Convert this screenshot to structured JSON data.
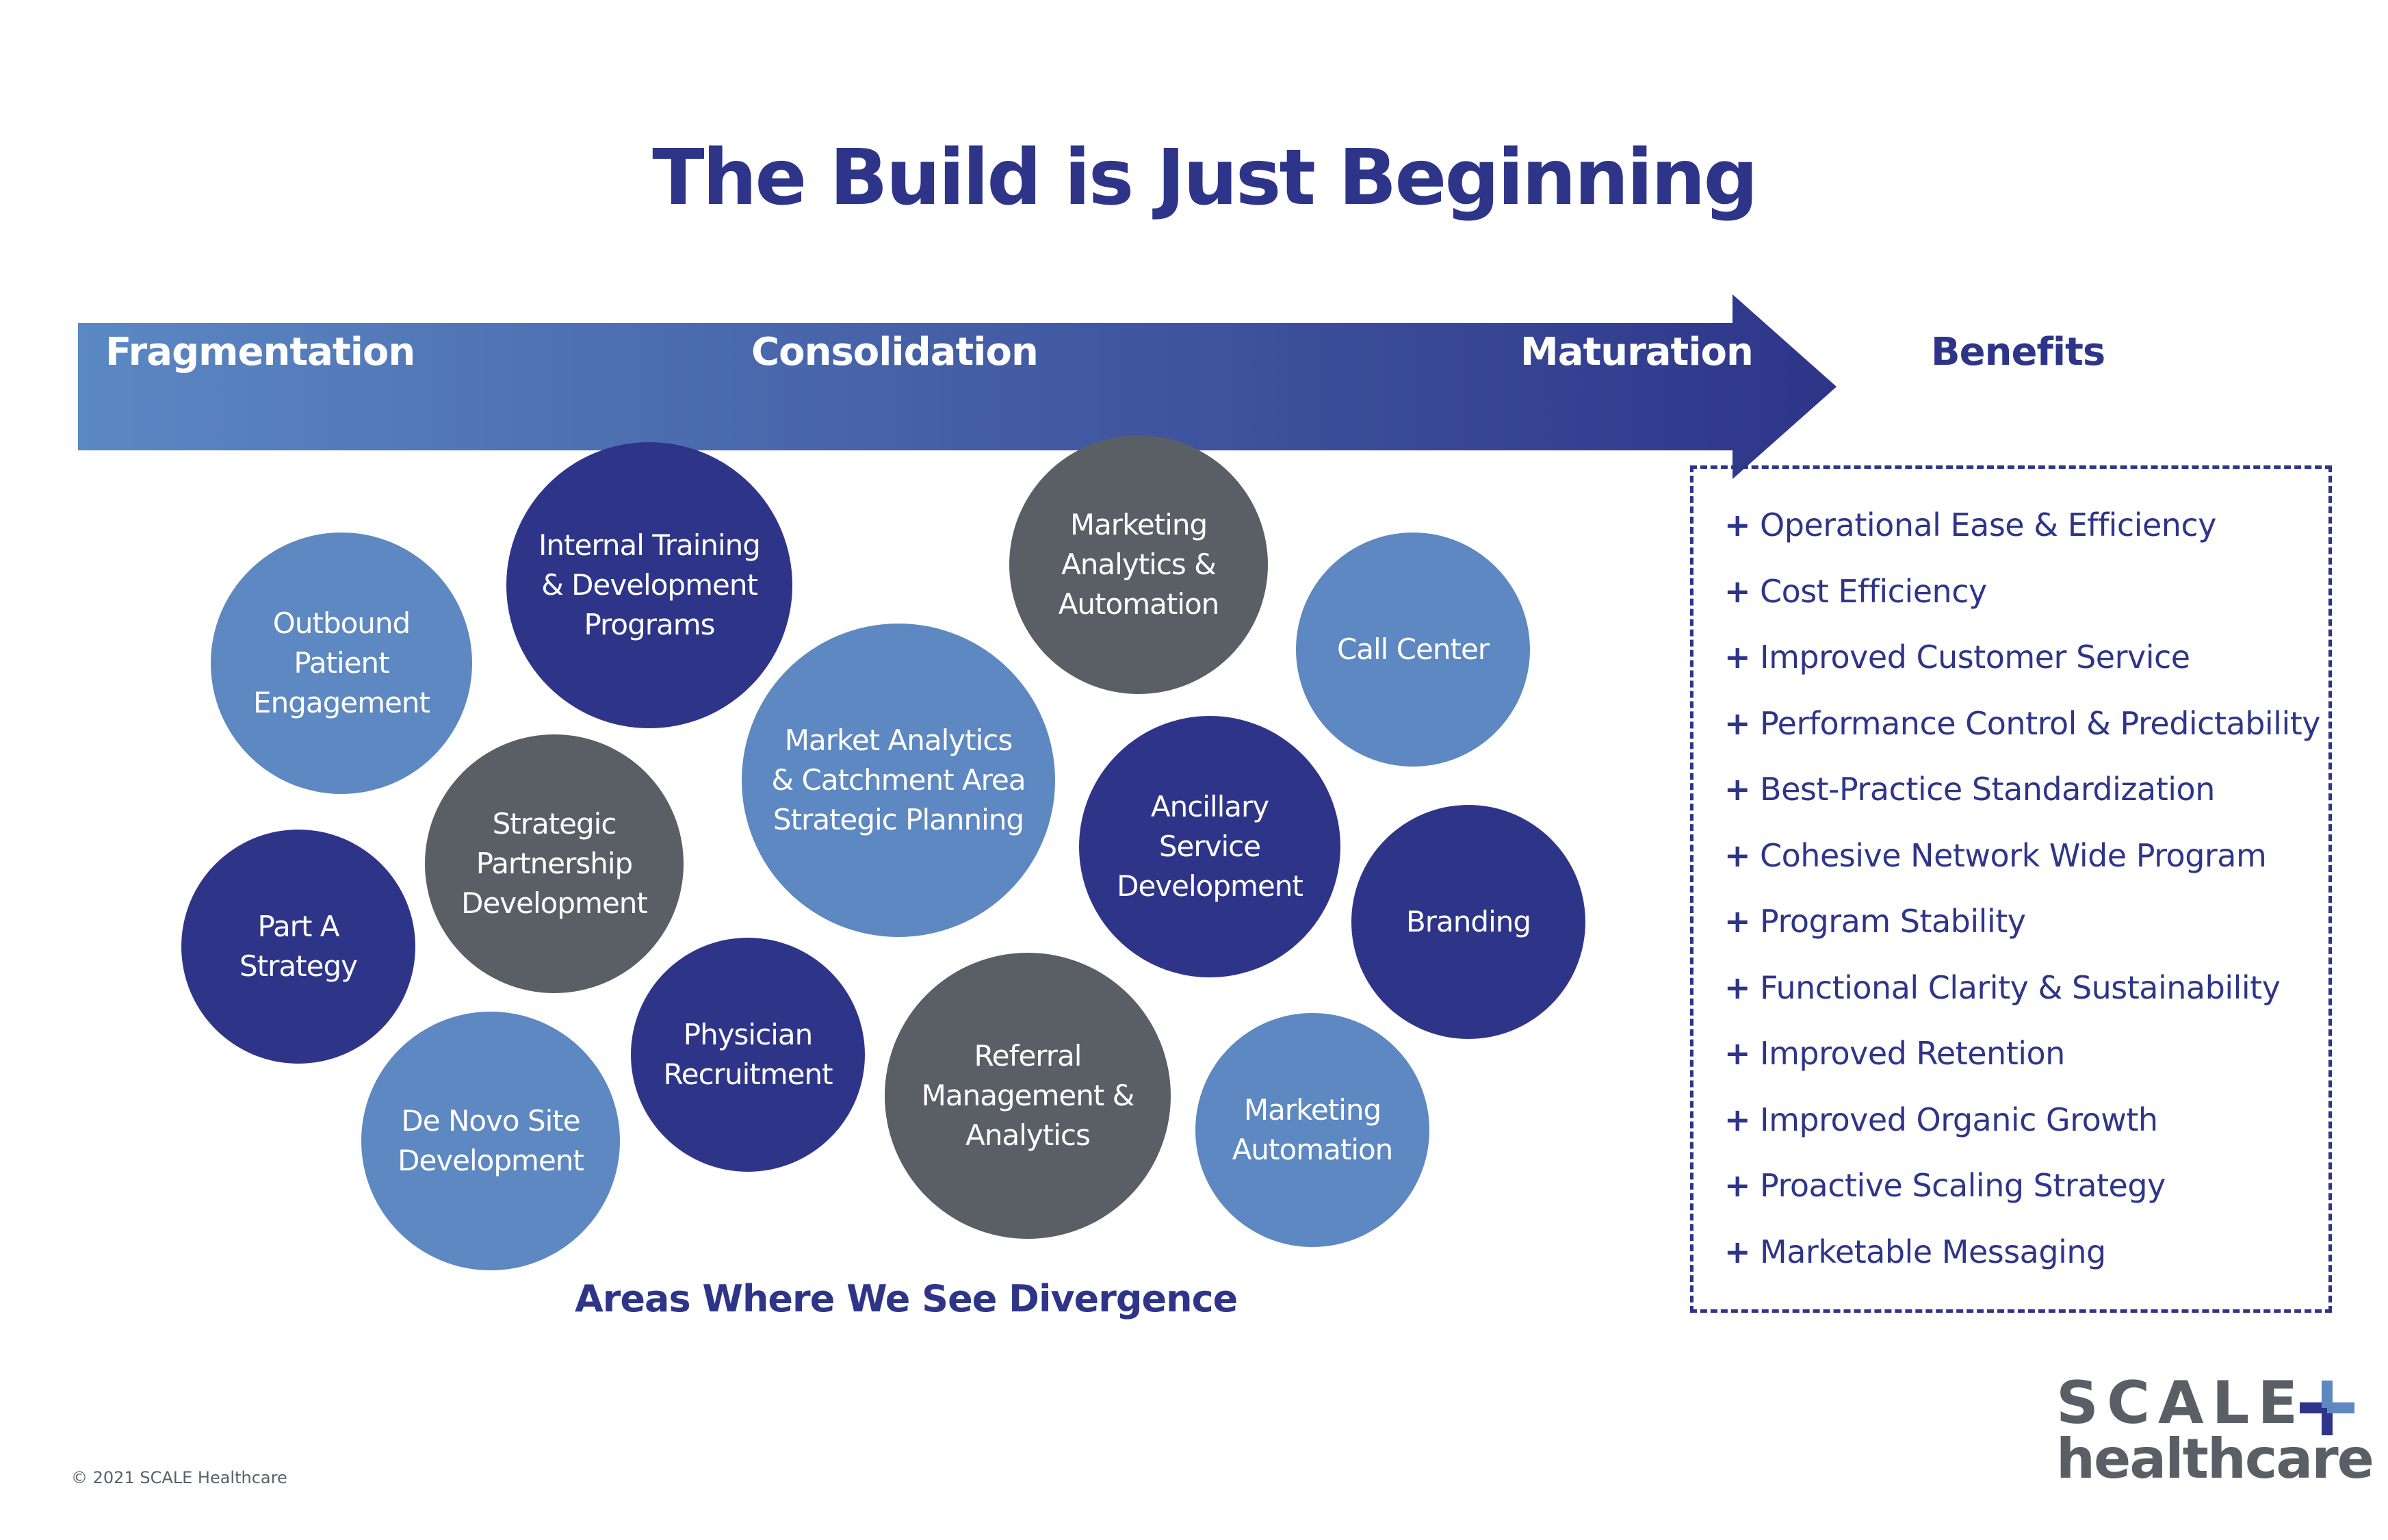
{
  "title": "The Build is Just Beginning",
  "colors": {
    "navy": "#2e3589",
    "light_blue": "#5d88c1",
    "gray": "#5a5f66",
    "arrow_start": "#5b88c3",
    "arrow_end": "#2e3589"
  },
  "arrow": {
    "stages": [
      "Fragmentation",
      "Consolidation",
      "Maturation"
    ]
  },
  "benefits_title": "Benefits",
  "circles": [
    {
      "label": "Outbound\nPatient\nEngagement",
      "color": "light"
    },
    {
      "label": "Internal Training\n& Development\nPrograms",
      "color": "navy"
    },
    {
      "label": "Marketing\nAnalytics &\nAutomation",
      "color": "gray"
    },
    {
      "label": "Call Center",
      "color": "light"
    },
    {
      "label": "Market Analytics\n& Catchment Area\nStrategic Planning",
      "color": "light"
    },
    {
      "label": "Strategic\nPartnership\nDevelopment",
      "color": "gray"
    },
    {
      "label": "Ancillary\nService\nDevelopment",
      "color": "navy"
    },
    {
      "label": "Branding",
      "color": "navy"
    },
    {
      "label": "Part A\nStrategy",
      "color": "navy"
    },
    {
      "label": "Physician\nRecruitment",
      "color": "navy"
    },
    {
      "label": "Referral\nManagement &\nAnalytics",
      "color": "gray"
    },
    {
      "label": "Marketing\nAutomation",
      "color": "light"
    },
    {
      "label": "De Novo Site\nDevelopment",
      "color": "light"
    }
  ],
  "divergence_caption": "Areas Where We See Divergence",
  "benefit_prefix": "+",
  "benefits": [
    "Operational Ease & Efficiency",
    "Cost Efficiency",
    "Improved Customer Service",
    "Performance Control & Predictability",
    "Best-Practice Standardization",
    "Cohesive Network Wide Program",
    "Program Stability",
    "Functional Clarity & Sustainability",
    "Improved Retention",
    "Improved Organic Growth",
    "Proactive Scaling Strategy",
    "Marketable Messaging"
  ],
  "copyright": "© 2021 SCALE Healthcare",
  "logo": {
    "line1": "SCALE",
    "line2": "healthcare",
    "icon": "plus-icon"
  }
}
